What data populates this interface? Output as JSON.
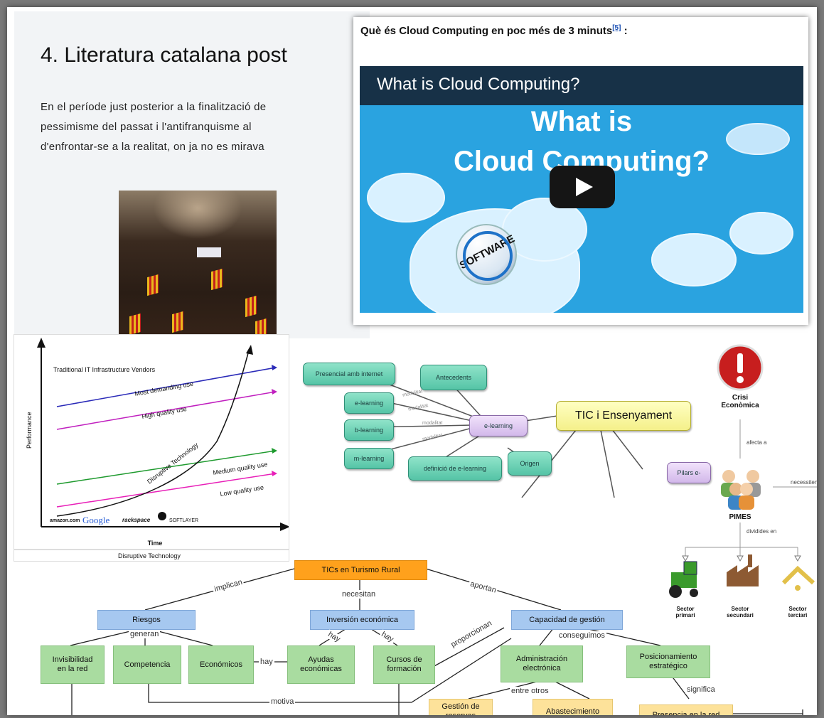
{
  "article": {
    "title": "4. Literatura catalana post",
    "line1": "En el període just posterior a la finalització de",
    "line2": "pessimisme del passat i l'antifranquisme al",
    "line3": "d'enfrontar-se a la realitat, on ja no es mirava"
  },
  "video": {
    "caption": "Què és Cloud Computing en poc més de 3 minuts",
    "ref": "[5]",
    "caption_tail": " :",
    "bar_title": "What is Cloud Computing?",
    "big_line1": "What is",
    "big_line2": "Cloud Computing?",
    "badge": "SOFTWARE"
  },
  "disruptive_chart": {
    "title_top": "Traditional IT Infrastructure Vendors",
    "ylabel": "Performance",
    "xlabel": "Time",
    "caption": "Disruptive Technology",
    "lines": [
      "Most demanding use",
      "High quality use",
      "Disruptive Technology",
      "Medium quality use",
      "Low quality use"
    ],
    "logos": [
      "amazon.com",
      "Google",
      "rackspace",
      "SOFTLAYER"
    ],
    "colors": {
      "blue": "#2a2ab8",
      "magenta": "#c01fbf",
      "green": "#1e9a2e",
      "pink": "#e81fb8",
      "black": "#111111"
    }
  },
  "elearning_map": {
    "nodes": [
      "Presencial amb internet",
      "Antecedents",
      "e-learning",
      "b-learning",
      "m-learning",
      "e-learning",
      "definició de e-learning",
      "Origen",
      "TIC i Ensenyament",
      "Pilars e-"
    ],
    "edge_labels": [
      "modalitat",
      "modalitat",
      "modalitat",
      "modalitat"
    ]
  },
  "pimes": {
    "crisis": "Crisi\nEconòmica",
    "affects": "afecta a",
    "needs": "necessiten",
    "pimes": "PIMES",
    "divided": "dividides en",
    "sectors": [
      "Sector\nprimari",
      "Sector\nsecundari",
      "Sector\nterciari"
    ]
  },
  "turismo_map": {
    "root": "TICs en Turismo Rural",
    "riesgos": "Riesgos",
    "inversion": "Inversión económica",
    "capacidad": "Capacidad de gestión",
    "invisibilidad": "Invisibilidad\nen la red",
    "competencia": "Competencia",
    "economicos": "Económicos",
    "ayudas": "Ayudas\neconómicas",
    "cursos": "Cursos de\nformación",
    "administracion": "Administración\nelectrónica",
    "posicionamiento": "Posicionamiento\nestratégico",
    "gestion": "Gestión de\nreservas",
    "abastecimiento": "Abastecimiento",
    "presencia": "Presencia en la red",
    "l_implican": "implican",
    "l_necesitan": "necesitan",
    "l_aportan": "aportan",
    "l_generan": "generan",
    "l_hay1": "hay",
    "l_hay2": "hay",
    "l_hay3": "hay",
    "l_proporcionan": "proporcionan",
    "l_conseguimos": "conseguimos",
    "l_entre": "entre otros",
    "l_significa": "significa",
    "l_motiva": "motiva"
  }
}
